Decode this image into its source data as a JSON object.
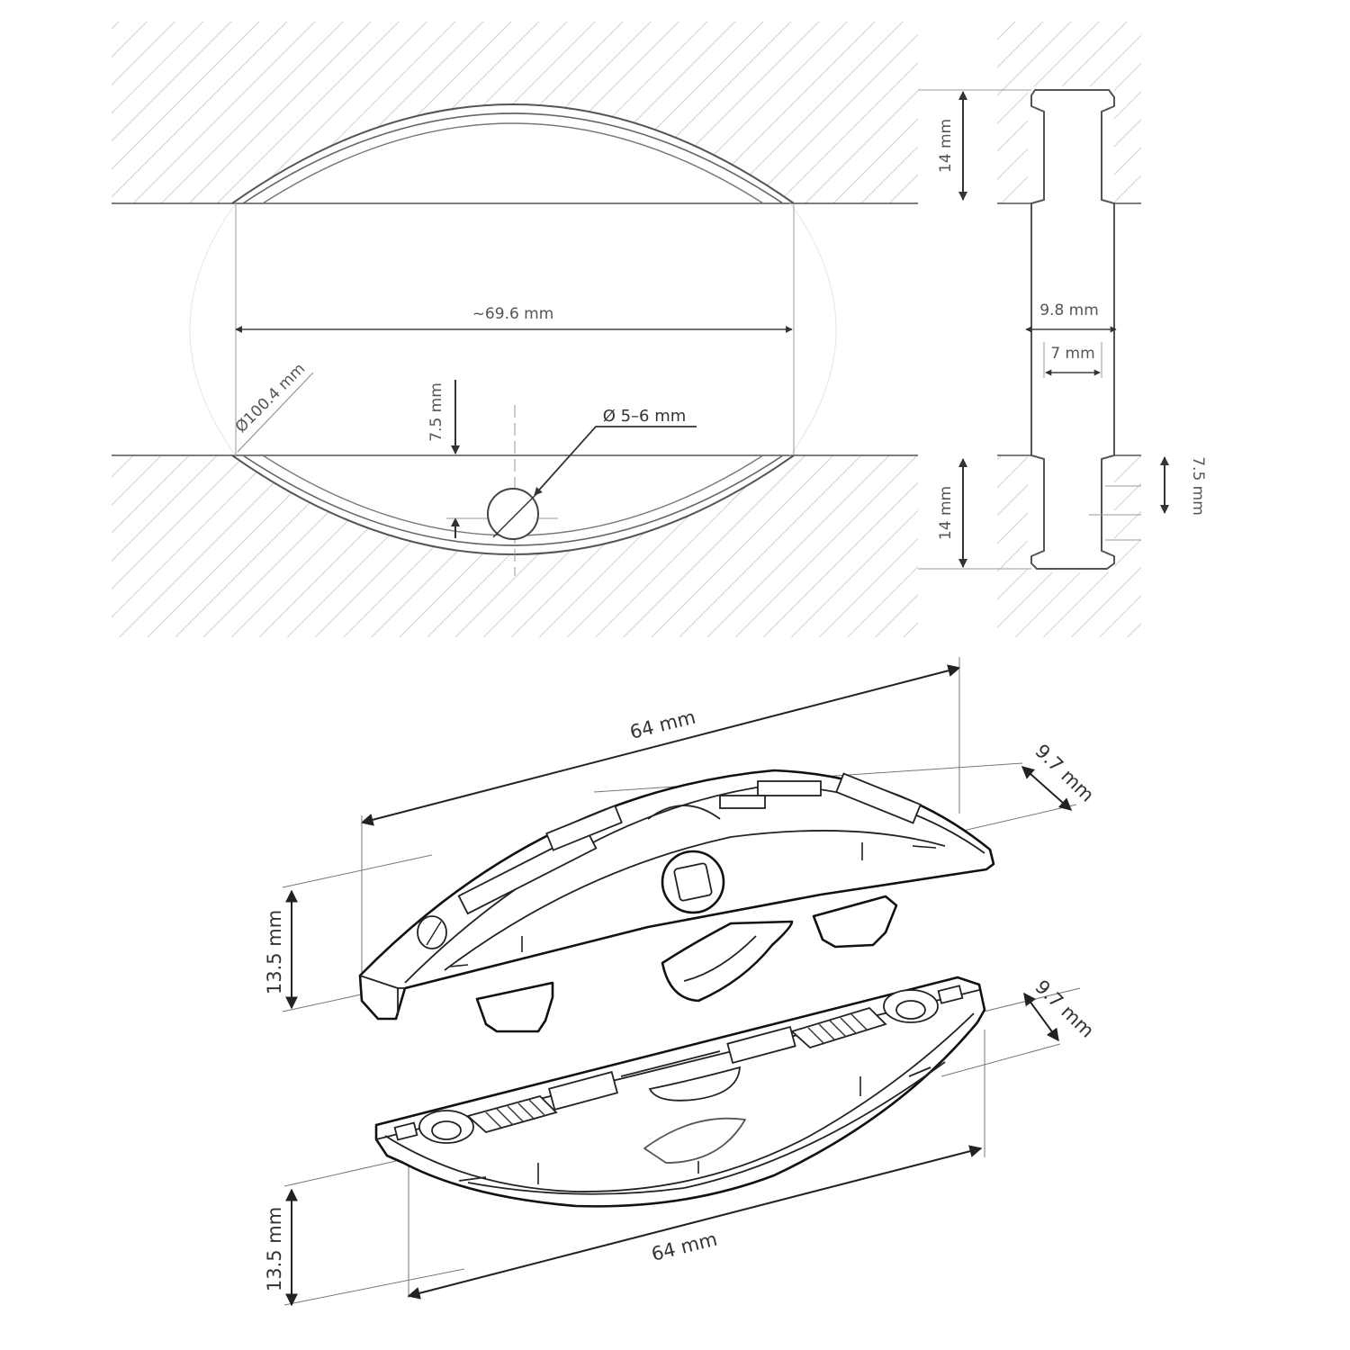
{
  "colors": {
    "line": "#222222",
    "hatch": "#d0d0d0",
    "text": "#333333",
    "background": "#ffffff"
  },
  "plan_view": {
    "dims": {
      "length": "~69.6 mm",
      "top_depth": "14 mm",
      "bottom_depth": "14 mm",
      "thickness": "9.8 mm",
      "slot_width": "7 mm",
      "side_depth": "7.5 mm",
      "center_depth": "7.5 mm",
      "radius": "Ø100.4 mm",
      "hole": "Ø 5–6 mm"
    }
  },
  "iso_view": {
    "upper_part": {
      "length": "64 mm",
      "width": "9.7 mm",
      "height": "13.5 mm"
    },
    "lower_part": {
      "length": "64 mm",
      "width": "9.7 mm",
      "height": "13.5 mm"
    }
  }
}
